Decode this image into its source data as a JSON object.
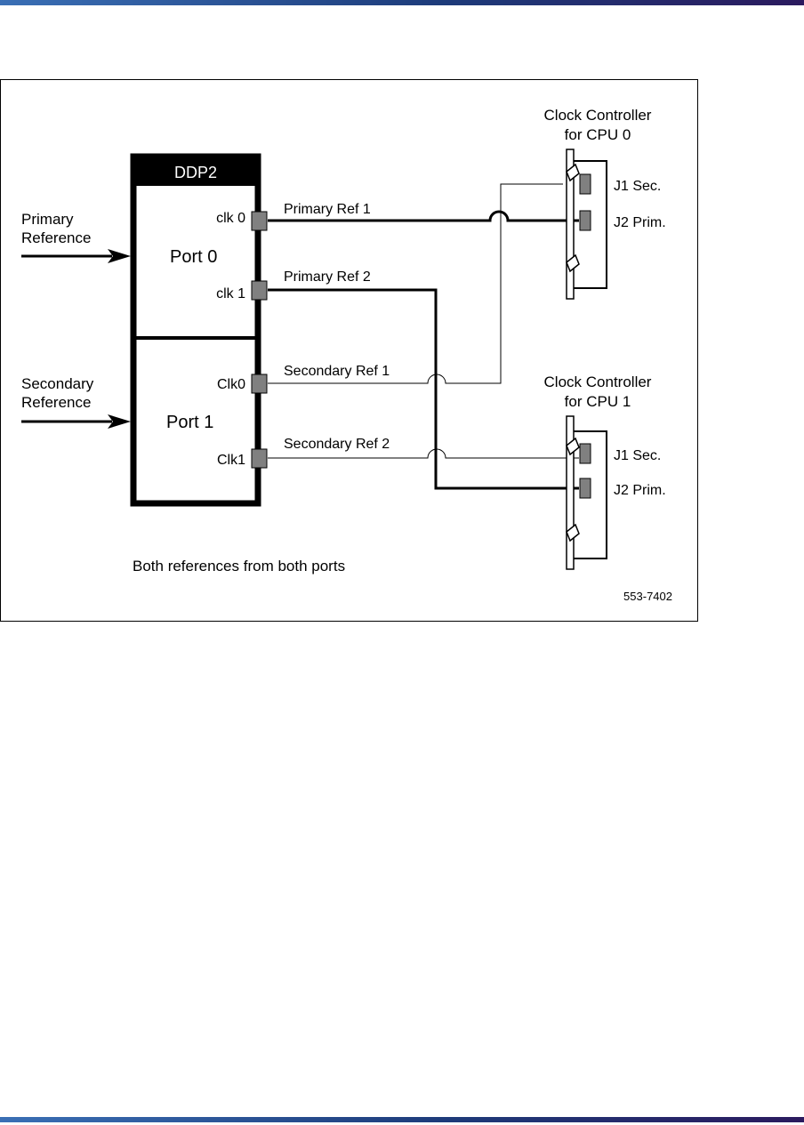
{
  "colors": {
    "band_start": "#3a6fb5",
    "band_mid": "#1d3b7a",
    "band_end": "#2b1a5e",
    "connector": "#808080",
    "line": "#000000"
  },
  "diagram": {
    "module_title": "DDP2",
    "port0_label": "Port 0",
    "port1_label": "Port 1",
    "primary_input": [
      "Primary",
      "Reference"
    ],
    "secondary_input": [
      "Secondary",
      "Reference"
    ],
    "clk0_port0": "clk 0",
    "clk1_port0": "clk 1",
    "clk0_port1": "Clk0",
    "clk1_port1": "Clk1",
    "primary_ref_1": "Primary Ref 1",
    "primary_ref_2": "Primary Ref 2",
    "secondary_ref_1": "Secondary Ref 1",
    "secondary_ref_2": "Secondary Ref 2",
    "cc0_title": [
      "Clock Controller",
      "for CPU 0"
    ],
    "cc1_title": [
      "Clock Controller",
      "for CPU 1"
    ],
    "j1_label": "J1 Sec.",
    "j2_label": "J2 Prim.",
    "caption": "Both references from both ports",
    "figure_id": "553-7402"
  }
}
